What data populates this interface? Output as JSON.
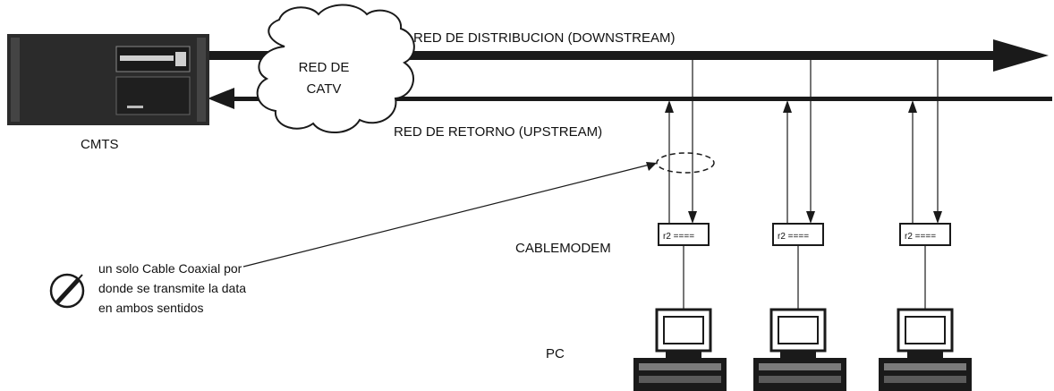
{
  "labels": {
    "downstream": "RED DE DISTRIBUCION (DOWNSTREAM)",
    "upstream": "RED DE RETORNO (UPSTREAM)",
    "catv_line1": "RED DE",
    "catv_line2": "CATV",
    "cmts": "CMTS",
    "cablemodem": "CABLEMODEM",
    "pc": "PC",
    "modem_tag": "r2 ====",
    "note_lines": [
      "un solo Cable Coaxial por",
      "donde se transmite la data",
      "en ambos sentidos"
    ]
  },
  "icons": {
    "cmts": "server-rack-icon",
    "cloud": "cloud-icon",
    "modem": "cable-modem-icon",
    "pc": "desktop-computer-icon",
    "note": "coax-connector-icon"
  },
  "colors": {
    "line": "#1a1a1a",
    "background": "#ffffff"
  }
}
